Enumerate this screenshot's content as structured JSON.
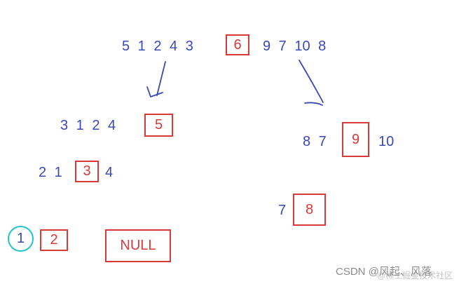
{
  "colors": {
    "digits": "#3a48b8",
    "box": "#d83a3a",
    "circle": "#22c3c9"
  },
  "rows": {
    "row1": {
      "seq1": "5 1 2 4 3",
      "pivot": "6",
      "seq2": "9 7 10 8"
    },
    "left1": {
      "seq": "3 1 2 4",
      "pivot": "5"
    },
    "left2": {
      "seq_a": "2 1",
      "pivot": "3",
      "seq_b": "4"
    },
    "left3": {
      "circled": "1",
      "pivot": "2",
      "null_label": "NULL"
    },
    "right1": {
      "seq": "8 7",
      "pivot": "9",
      "seq_after": "10"
    },
    "right2": {
      "seq": "7",
      "pivot": "8"
    }
  },
  "watermark": {
    "text": "CSDN @风起、风落",
    "shadow": "@稀土掘金技术社区"
  }
}
